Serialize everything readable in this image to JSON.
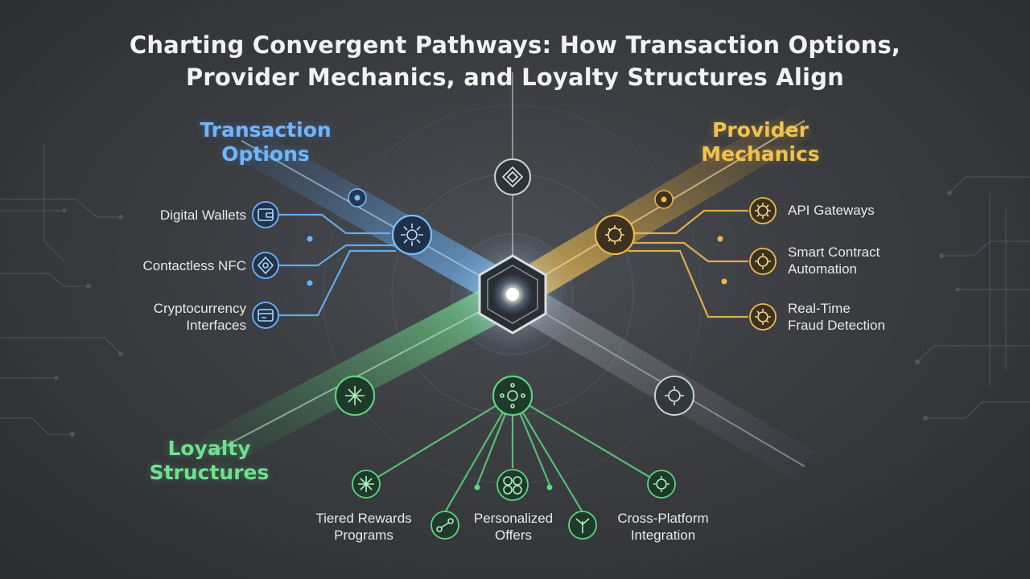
{
  "title": {
    "line1": "Charting Convergent Pathways: How Transaction Options,",
    "line2": "Provider Mechanics, and Loyalty Structures Align"
  },
  "groups": {
    "transaction": {
      "heading": [
        "Transaction",
        "Options"
      ],
      "color": "#5aa8f5",
      "items": [
        {
          "lines": [
            "Digital Wallets"
          ],
          "icon": "wallet-icon"
        },
        {
          "lines": [
            "Contactless NFC"
          ],
          "icon": "nfc-icon"
        },
        {
          "lines": [
            "Cryptocurrency",
            "Interfaces"
          ],
          "icon": "crypto-card-icon"
        }
      ]
    },
    "provider": {
      "heading": [
        "Provider",
        "Mechanics"
      ],
      "color": "#f0b84a",
      "items": [
        {
          "lines": [
            "API Gateways"
          ],
          "icon": "api-gear-icon"
        },
        {
          "lines": [
            "Smart Contract",
            "Automation"
          ],
          "icon": "contract-gear-icon"
        },
        {
          "lines": [
            "Real-Time",
            "Fraud Detection"
          ],
          "icon": "fraud-gear-icon"
        }
      ]
    },
    "loyalty": {
      "heading": [
        "Loyalty",
        "Structures"
      ],
      "color": "#5cd47f",
      "items": [
        {
          "lines": [
            "Tiered Rewards",
            "Programs"
          ],
          "icon": "tiered-rewards-icon"
        },
        {
          "lines": [
            "Personalized",
            "Offers"
          ],
          "icon": "personalized-offers-icon"
        },
        {
          "lines": [
            "Cross-Platform",
            "Integration"
          ],
          "icon": "cross-platform-icon"
        }
      ]
    }
  },
  "hub": {
    "icon": "convergence-hub-icon"
  }
}
